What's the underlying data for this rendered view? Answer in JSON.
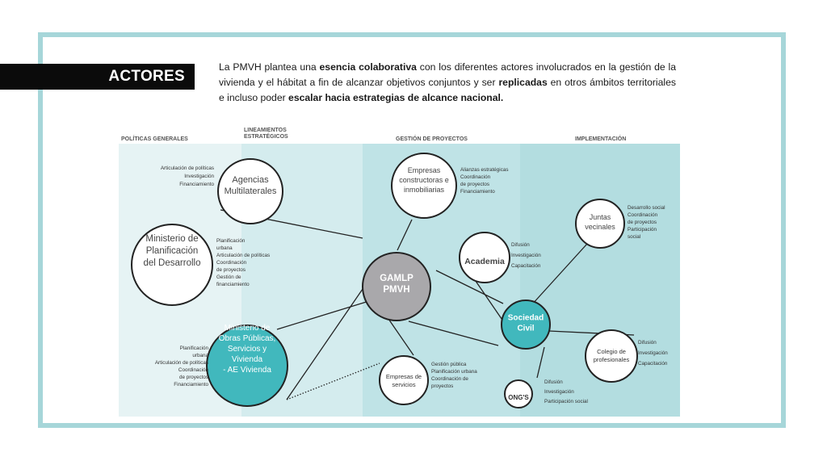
{
  "section_tag": "ACTORES",
  "intro": [
    {
      "t": "La PMVH plantea una ",
      "b": false
    },
    {
      "t": "esencia colaborativa",
      "b": true
    },
    {
      "t": " con los diferentes actores involucrados en la gestión de la vivienda y el hábitat a fin de alcanzar objetivos conjuntos y ser ",
      "b": false
    },
    {
      "t": "replicadas",
      "b": true
    },
    {
      "t": " en otros ámbitos territoriales e incluso poder ",
      "b": false
    },
    {
      "t": "escalar hacia estrategias de alcance nacional.",
      "b": true
    }
  ],
  "columns": [
    {
      "id": "politicas",
      "lines": [
        "POLÍTICAS GENERALES"
      ]
    },
    {
      "id": "lineamientos",
      "lines": [
        "LINEAMIENTOS",
        "ESTRATÉGICOS"
      ]
    },
    {
      "id": "gestion",
      "lines": [
        "GESTIÓN DE PROYECTOS"
      ]
    },
    {
      "id": "implementacion",
      "lines": [
        "IMPLEMENTACIÓN"
      ]
    }
  ],
  "colors": {
    "frame": "#a6d6d9",
    "band_light": "#e6f3f4",
    "band_mid": "#d4ecee",
    "band_teal": "#bfe3e6",
    "band_right": "#b3dde0",
    "center_node": "#a9a8ab",
    "teal_node": "#41b8bd",
    "line": "#222222"
  },
  "nodes": [
    {
      "id": "agencias",
      "lines": [
        "Agencias",
        "Multilaterales"
      ],
      "style": "white"
    },
    {
      "id": "ministerio_plan",
      "lines": [
        "Ministerio de",
        "Planificación",
        "del Desarrollo"
      ],
      "style": "white"
    },
    {
      "id": "ministerio_obras",
      "lines": [
        "Ministerio de",
        "Obras Públicas,",
        "Servicios y",
        "Vivienda",
        "- AE Vivienda"
      ],
      "style": "teal"
    },
    {
      "id": "gamlp",
      "lines": [
        "GAMLP",
        "PMVH"
      ],
      "style": "gray"
    },
    {
      "id": "empresas_constructoras",
      "lines": [
        "Empresas",
        "constructoras e",
        "inmobiliarias"
      ],
      "style": "white"
    },
    {
      "id": "academia",
      "lines": [
        "Academia"
      ],
      "style": "white"
    },
    {
      "id": "empresas_servicios",
      "lines": [
        "Empresas de",
        "servicios"
      ],
      "style": "white"
    },
    {
      "id": "juntas",
      "lines": [
        "Juntas",
        "vecinales"
      ],
      "style": "white"
    },
    {
      "id": "sociedad",
      "lines": [
        "Sociedad",
        "Civil"
      ],
      "style": "teal"
    },
    {
      "id": "colegio",
      "lines": [
        "Colegio de",
        "profesionales"
      ],
      "style": "white"
    },
    {
      "id": "ongs",
      "lines": [
        "ONG'S"
      ],
      "style": "white"
    }
  ],
  "annotations": [
    {
      "id": "agencias",
      "lines": [
        "Articulación de políticas",
        "Investigación",
        "Financiamiento"
      ]
    },
    {
      "id": "ministerio_plan",
      "lines": [
        "Planificación",
        "urbana",
        "Articulación de políticas",
        "Coordinación",
        "de proyectos",
        "Gestión de",
        "financiamiento"
      ]
    },
    {
      "id": "ministerio_obras",
      "lines": [
        "Planificación",
        "urbana",
        "Articulación de políticas",
        "Coordinación",
        "de proyectos",
        "Financiamiento"
      ]
    },
    {
      "id": "empresas_constructoras",
      "lines": [
        "Alianzas estratégicas",
        "Coordinación",
        "de proyectos",
        "Financiamiento"
      ]
    },
    {
      "id": "academia",
      "lines": [
        "Difusión",
        "Investigación",
        "Capacitación"
      ]
    },
    {
      "id": "empresas_servicios",
      "lines": [
        "Gestión pública",
        "Planificación urbana",
        "Coordinación de",
        "proyectos"
      ]
    },
    {
      "id": "juntas",
      "lines": [
        "Desarrollo social",
        "Coordinación",
        "de proyectos",
        "Participación",
        "social"
      ]
    },
    {
      "id": "colegio",
      "lines": [
        "Difusión",
        "Investigación",
        "Capacitación"
      ]
    },
    {
      "id": "ongs",
      "lines": [
        "Difusión",
        "Investigación",
        "Participación social"
      ]
    }
  ]
}
